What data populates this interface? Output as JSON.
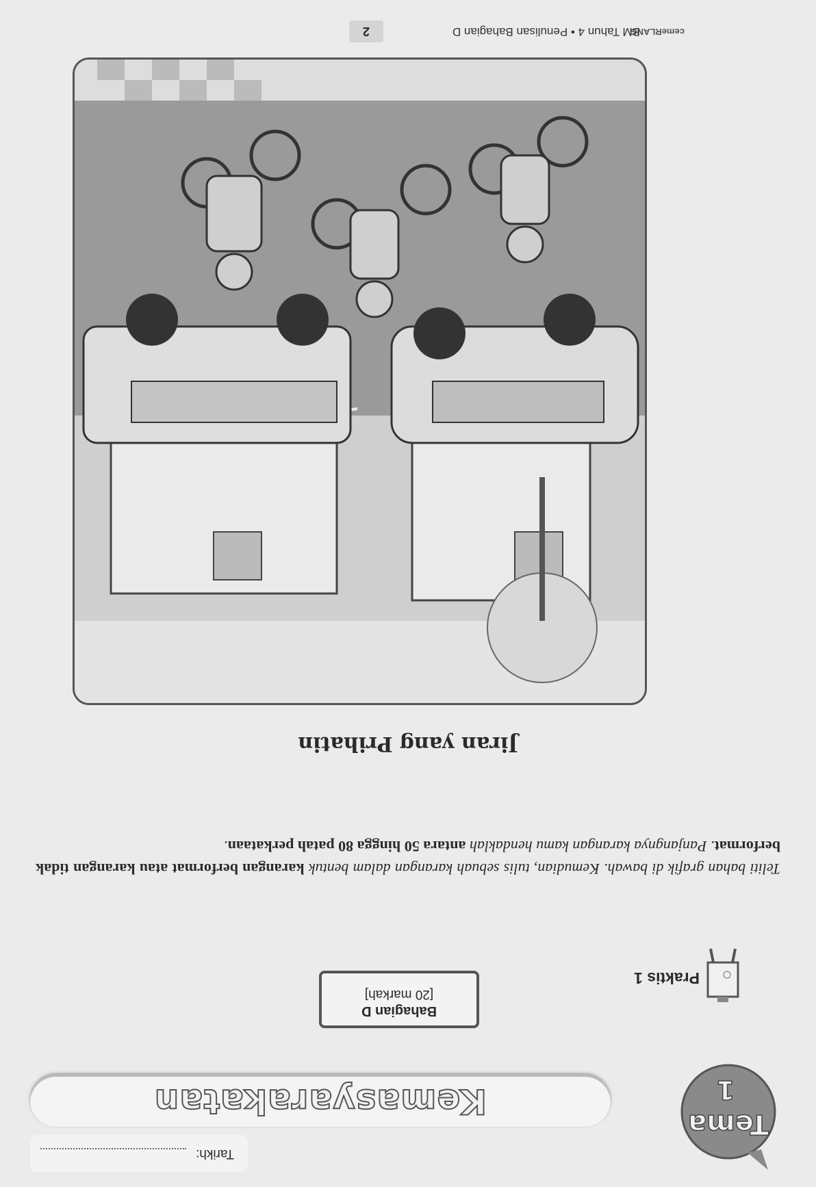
{
  "header": {
    "theme_word": "Tema",
    "theme_number": "1",
    "title": "Kemasyarakatan",
    "date_label": "Tarikh:"
  },
  "section": {
    "name": "Bahagian D",
    "marks": "[20 markah]"
  },
  "exercise": {
    "label": "Praktis 1",
    "instruction_italic_1": "Teliti bahan grafik di bawah. Kemudian, tulis sebuah karangan dalam bentuk ",
    "instruction_bold_1": "karangan berformat atau karangan tidak berformat",
    "instruction_italic_2": ". Panjangnya karangan kamu hendaklah ",
    "instruction_bold_2": "antara 50 hingga 80 patah perkataan",
    "instruction_end": ".",
    "picture_title": "Jiran yang Prihatin"
  },
  "footer": {
    "logo": "cemeRLANG",
    "text": "BM Tahun 4 • Penulisan Bahagian D",
    "page_number": "2"
  },
  "colors": {
    "paper": "#ebebeb",
    "ink": "#2a2a2a",
    "badge": "#8a8a8a"
  }
}
